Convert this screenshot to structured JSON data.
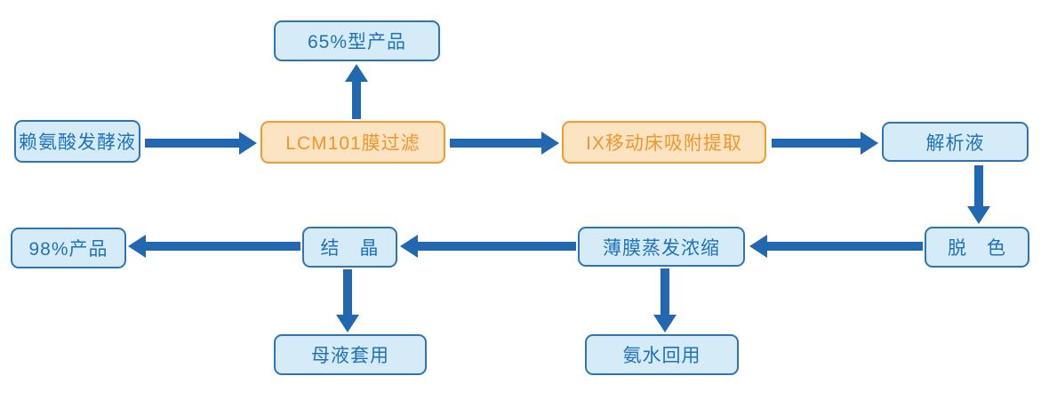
{
  "colors": {
    "background": "#ffffff",
    "blue_box_fill": "#d6ebf8",
    "blue_box_border": "#2e75b6",
    "blue_text": "#1f72bd",
    "orange_box_fill": "#fce4c3",
    "orange_box_border": "#ef9b30",
    "orange_text": "#f0962a",
    "arrow": "#2268b0"
  },
  "nodes": [
    {
      "id": "lysine-fermentation-broth",
      "label": "赖氨酸发酵液",
      "style": "blue"
    },
    {
      "id": "product-65-percent",
      "label": "65%型产品",
      "style": "blue"
    },
    {
      "id": "lcm101-membrane-filtration",
      "label": "LCM101膜过滤",
      "style": "orange"
    },
    {
      "id": "ix-moving-bed-adsorption-extraction",
      "label": "IX移动床吸附提取",
      "style": "orange"
    },
    {
      "id": "desorption-liquid",
      "label": "解析液",
      "style": "blue"
    },
    {
      "id": "decolorization",
      "label": "脱　色",
      "style": "blue"
    },
    {
      "id": "thin-film-evaporation-concentration",
      "label": "薄膜蒸发浓缩",
      "style": "blue"
    },
    {
      "id": "crystallization",
      "label": "结　晶",
      "style": "blue"
    },
    {
      "id": "product-98-percent",
      "label": "98%产品",
      "style": "blue"
    },
    {
      "id": "mother-liquor-reuse",
      "label": "母液套用",
      "style": "blue"
    },
    {
      "id": "ammonia-water-reuse",
      "label": "氨水回用",
      "style": "blue"
    }
  ],
  "edges": [
    {
      "from": "lysine-fermentation-broth",
      "to": "lcm101-membrane-filtration",
      "direction": "right"
    },
    {
      "from": "lcm101-membrane-filtration",
      "to": "product-65-percent",
      "direction": "up"
    },
    {
      "from": "lcm101-membrane-filtration",
      "to": "ix-moving-bed-adsorption-extraction",
      "direction": "right"
    },
    {
      "from": "ix-moving-bed-adsorption-extraction",
      "to": "desorption-liquid",
      "direction": "right"
    },
    {
      "from": "desorption-liquid",
      "to": "decolorization",
      "direction": "down"
    },
    {
      "from": "decolorization",
      "to": "thin-film-evaporation-concentration",
      "direction": "left"
    },
    {
      "from": "thin-film-evaporation-concentration",
      "to": "crystallization",
      "direction": "left"
    },
    {
      "from": "crystallization",
      "to": "product-98-percent",
      "direction": "left"
    },
    {
      "from": "crystallization",
      "to": "mother-liquor-reuse",
      "direction": "down"
    },
    {
      "from": "thin-film-evaporation-concentration",
      "to": "ammonia-water-reuse",
      "direction": "down"
    }
  ]
}
